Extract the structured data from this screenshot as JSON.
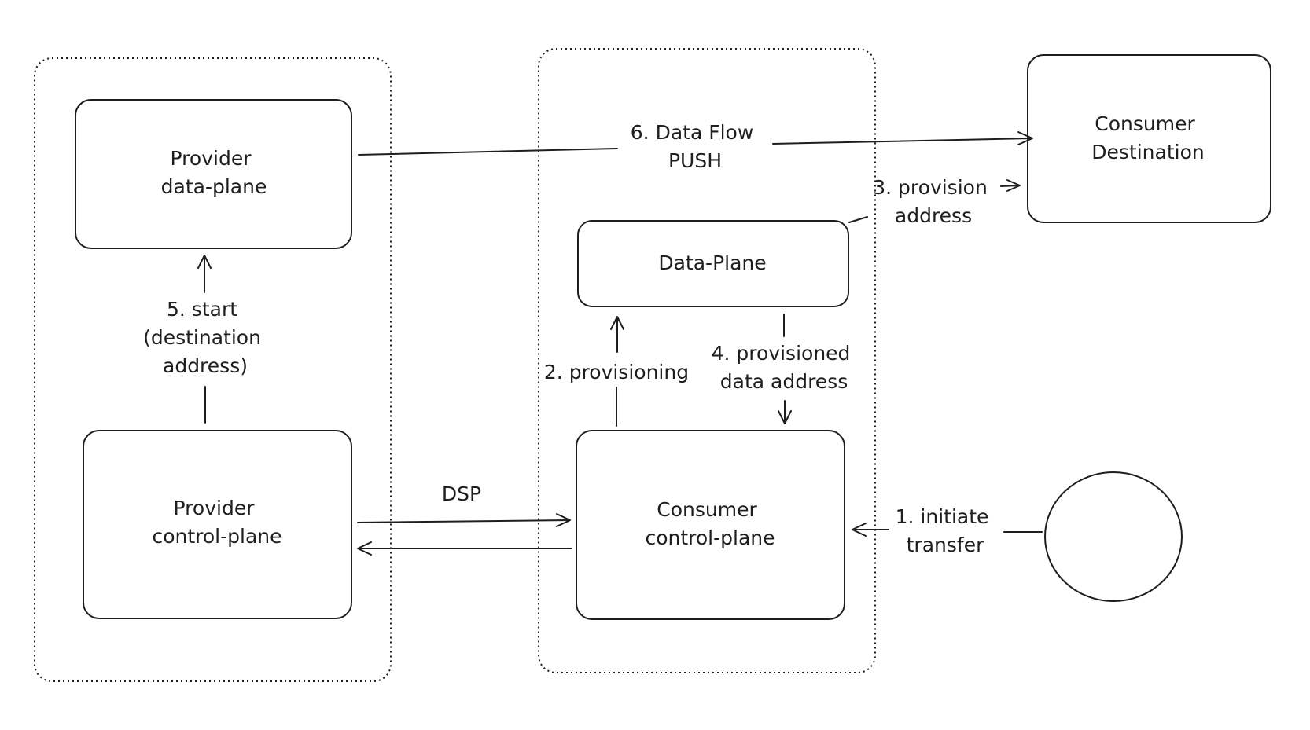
{
  "nodes": {
    "provider_data_plane": [
      "Provider",
      "data-plane"
    ],
    "provider_control_plane": [
      "Provider",
      "control-plane"
    ],
    "consumer_data_plane": [
      "Data-Plane"
    ],
    "consumer_control_plane": [
      "Consumer",
      "control-plane"
    ],
    "consumer_destination": [
      "Consumer",
      "Destination"
    ]
  },
  "edges": {
    "initiate_transfer": [
      "1. initiate",
      "transfer"
    ],
    "provisioning": [
      "2. provisioning"
    ],
    "provision_address": [
      "3. provision",
      "address"
    ],
    "provisioned_data_address": [
      "4. provisioned",
      "data address"
    ],
    "start": [
      "5. start",
      "(destination",
      "address)"
    ],
    "data_flow_push": [
      "6. Data Flow",
      "PUSH"
    ],
    "dsp": [
      "DSP"
    ]
  }
}
